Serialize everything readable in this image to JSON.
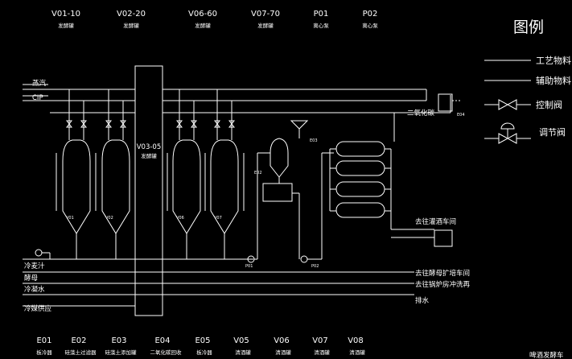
{
  "top_equipment": [
    {
      "code": "V01-10",
      "name": "发酵罐"
    },
    {
      "code": "V02-20",
      "name": "发酵罐"
    },
    {
      "code": "V06-60",
      "name": "发酵罐"
    },
    {
      "code": "V07-70",
      "name": "发酵罐"
    },
    {
      "code": "P01",
      "name": "离心泵"
    },
    {
      "code": "P02",
      "name": "离心泵"
    }
  ],
  "bottom_equipment": [
    {
      "code": "E01",
      "name": "板冷器"
    },
    {
      "code": "E02",
      "name": "硅藻土过滤器"
    },
    {
      "code": "E03",
      "name": "硅藻土添加罐"
    },
    {
      "code": "E04",
      "name": "二氧化碳回收"
    },
    {
      "code": "E05",
      "name": "板冷器"
    },
    {
      "code": "V05",
      "name": "清酒罐"
    },
    {
      "code": "V06",
      "name": "清酒罐"
    },
    {
      "code": "V07",
      "name": "清酒罐"
    },
    {
      "code": "V08",
      "name": "清酒罐"
    }
  ],
  "legend": {
    "title": "图例",
    "items": [
      {
        "label": "工艺物料"
      },
      {
        "label": "辅助物料"
      },
      {
        "label": "控制阀"
      },
      {
        "label": "调节阀"
      }
    ]
  },
  "pipes": {
    "steam": "蒸汽",
    "cip": "CIP",
    "co2": "二氧化碳",
    "wort": "冷麦汁",
    "yeast": "酵母",
    "cold_water": "冷凝水",
    "cooling_supply": "冷媒供应"
  },
  "center_block": {
    "code": "V03-05",
    "name": "发酵罐"
  },
  "outputs": {
    "bottling": "去往灌酒车间",
    "yeast_workshop": "去往酵母扩培车间",
    "boiler": "去往锅炉房冲洗再",
    "sewer": "排水"
  },
  "footer_partial": "啤酒发酵车",
  "colors": {
    "background": "#000000",
    "line": "#ffffff",
    "dim": "#bbbbbb"
  }
}
